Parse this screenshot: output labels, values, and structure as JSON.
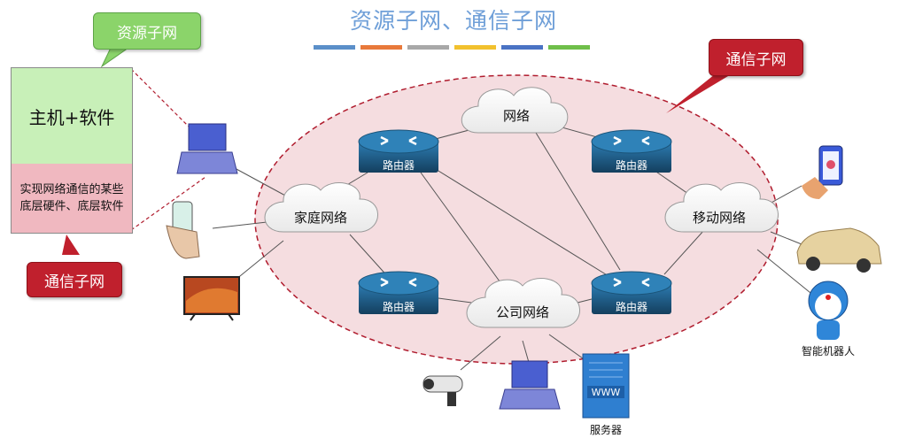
{
  "title": "资源子网、通信子网",
  "colors": {
    "title": "#6f9fd8",
    "bars": [
      "#5b8fc9",
      "#e8793b",
      "#a8a8a8",
      "#f2c12e",
      "#4a73c4",
      "#6fbf4a"
    ],
    "ellipse_fill": "#f5dde0",
    "ellipse_border": "#b01c2e",
    "router": "#1f5f8a",
    "callout_green": "#8bd46a",
    "callout_red": "#c0202d"
  },
  "callouts": {
    "resource": "资源子网",
    "comm_left": "通信子网",
    "comm_right": "通信子网"
  },
  "stack": {
    "top": "主机+软件",
    "bottom": "实现网络通信的某些底层硬件、底层软件"
  },
  "networks": {
    "internet": "网络",
    "home": "家庭网络",
    "mobile": "移动网络",
    "company": "公司网络"
  },
  "routers": {
    "r1": "路由器",
    "r2": "路由器",
    "r3": "路由器",
    "r4": "路由器"
  },
  "devices": {
    "server_label": "服务器",
    "robot_label": "智能机器人",
    "www": "WWW"
  }
}
